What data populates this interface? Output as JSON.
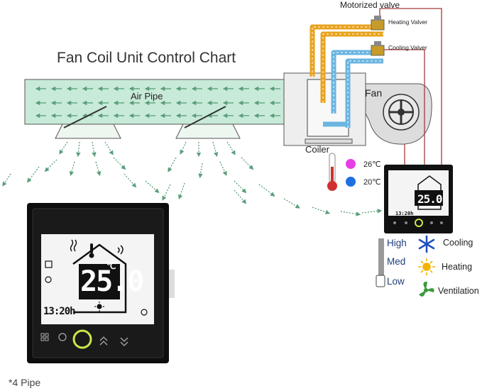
{
  "diagram": {
    "title": "Fan Coil Unit Control Chart",
    "air_pipe_label": "Air Pipe",
    "fan_label": "Fan",
    "coiler_label": "Coiler",
    "motorized_valve_label": "Motorized valve",
    "heating_valve_label": "Heating Valver",
    "cooling_valve_label": "Cooling Valver",
    "temp_hot_label": "26℃",
    "temp_cold_label": "20℃",
    "fan_speeds": [
      "High",
      "Med",
      "Low"
    ],
    "modes": [
      "Cooling",
      "Heating",
      "Ventilation"
    ],
    "caption": "*4 Pipe"
  },
  "thermostat": {
    "temperature": "25.0",
    "unit": "℃",
    "time": "13:20h"
  },
  "colors": {
    "duct_fill": "#c8ead8",
    "airflow_arrow": "#5a9e7a",
    "hot_pipe": "#e8a31d",
    "cold_pipe": "#6bb5e0",
    "wire": "#a33a3a",
    "speed_text": "#1f3e7a",
    "cooling_icon": "#1e4fbf",
    "heating_icon": "#f0b400",
    "ventilation_icon": "#3a9a3a",
    "dot_hot": "#e63ee6",
    "dot_cold": "#1e6fe0",
    "thermostat_frame": "#111111",
    "ring": "#c8e84a"
  },
  "icons": [
    "snowflake-icon",
    "sun-icon",
    "fan-icon",
    "thermometer-icon",
    "curtain-icon",
    "clock-icon",
    "menu-icon",
    "power-icon",
    "up-icon",
    "down-icon",
    "wifi-icon",
    "heat-waves-icon"
  ]
}
